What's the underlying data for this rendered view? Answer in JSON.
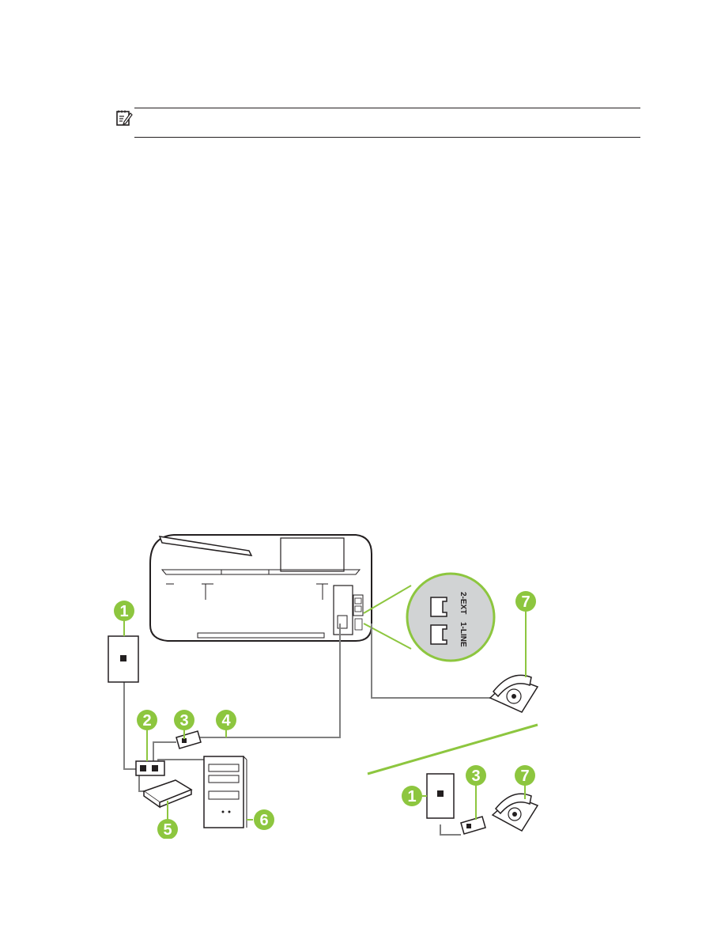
{
  "note": {
    "icon": "note-icon"
  },
  "diagram": {
    "callouts": {
      "c1": "1",
      "c2": "2",
      "c3": "3",
      "c4": "4",
      "c5": "5",
      "c6": "6",
      "c7": "7",
      "c1b": "1",
      "c3b": "3",
      "c7b": "7"
    },
    "ports": {
      "line": "1-LINE",
      "ext": "2-EXT"
    },
    "colors": {
      "callout": "#8dc63f",
      "cable": "#808080",
      "zoom_circle": "#d1d3d4"
    }
  }
}
